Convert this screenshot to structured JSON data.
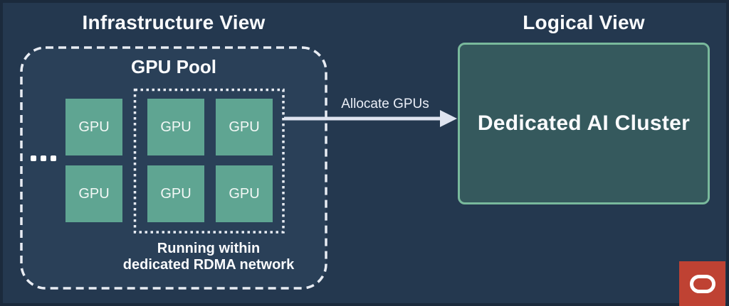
{
  "infrastructure": {
    "title": "Infrastructure View",
    "gpu_pool": {
      "title": "GPU Pool",
      "ellipsis": "...",
      "gpus": [
        {
          "label": "GPU"
        },
        {
          "label": "GPU"
        },
        {
          "label": "GPU"
        },
        {
          "label": "GPU"
        },
        {
          "label": "GPU"
        },
        {
          "label": "GPU"
        }
      ],
      "rdma_note_line1": "Running within",
      "rdma_note_line2": "dedicated RDMA network"
    }
  },
  "arrow": {
    "label": "Allocate GPUs"
  },
  "logical": {
    "title": "Logical View",
    "cluster": {
      "label": "Dedicated AI Cluster"
    }
  },
  "logo": {
    "icon": "oracle-logo"
  },
  "colors": {
    "page_background": "#24384F",
    "page_border": "#1B2A3C",
    "pool_fill": "#2A4058",
    "dashed_stroke": "#E8ECF3",
    "gpu_green": "#5FA592",
    "cluster_fill": "#35595D",
    "cluster_border": "#79B99C",
    "arrow": "#DFE4F0",
    "oracle_red": "#BF4233",
    "text": "#FAFBFD"
  }
}
